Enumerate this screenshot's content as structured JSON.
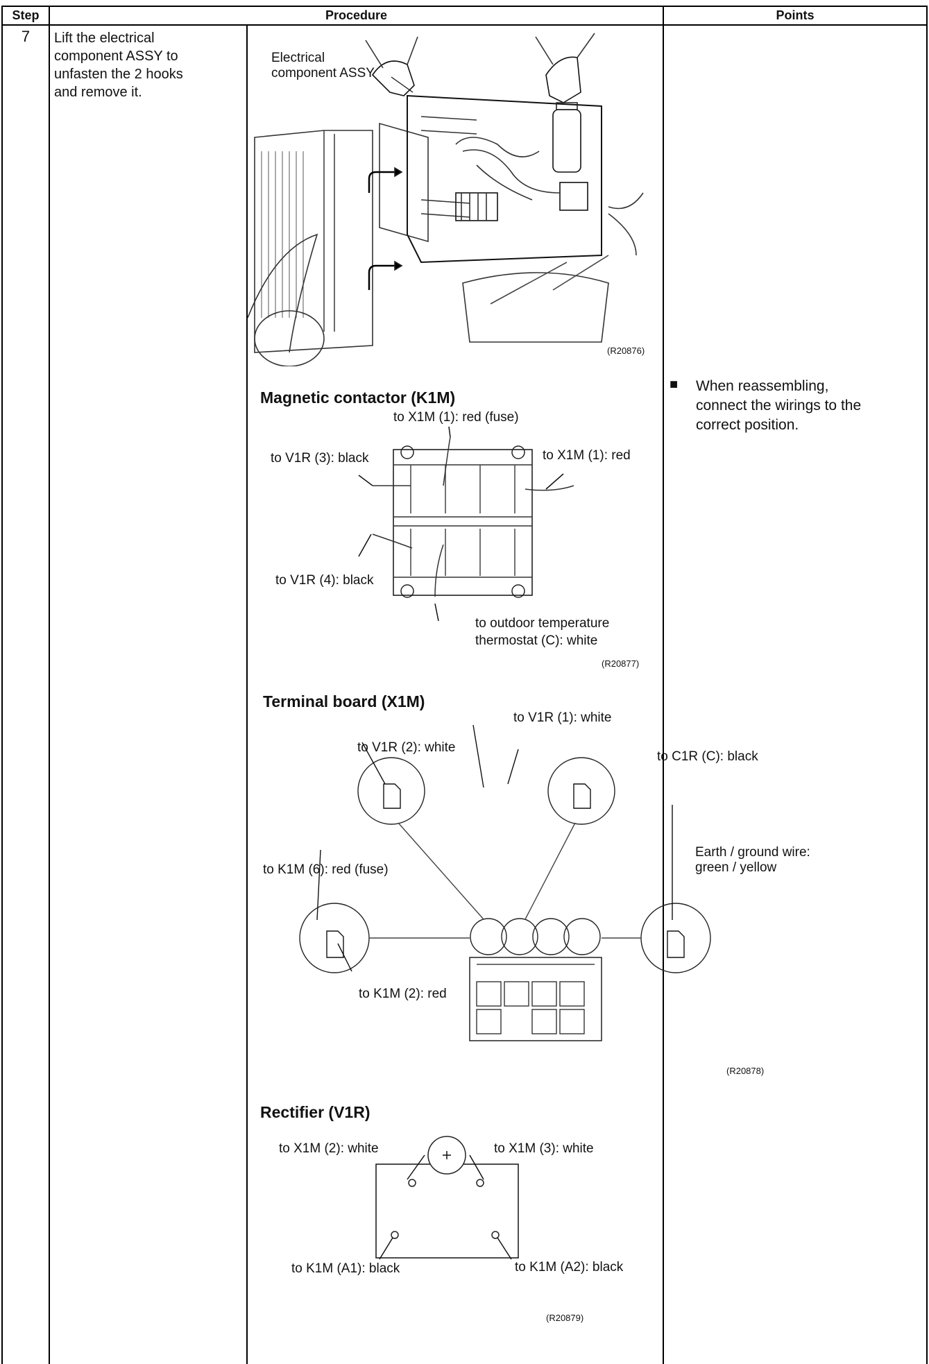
{
  "header": {
    "step": "Step",
    "procedure": "Procedure",
    "points": "Points"
  },
  "step_number": "7",
  "step_text": [
    "Lift the electrical",
    "component ASSY to",
    "unfasten the 2 hooks",
    "and remove it."
  ],
  "fig1": {
    "label": [
      "Electrical",
      "component ASSY"
    ],
    "ref": "(R20876)"
  },
  "fig2": {
    "title": "Magnetic contactor (K1M)",
    "l_top": "to X1M (1): red (fuse)",
    "l_tl": "to V1R (3): black",
    "l_tr": "to X1M (1): red",
    "l_bl": "to V1R (4): black",
    "l_bot1": "to outdoor temperature",
    "l_bot2": "thermostat (C): white",
    "ref": "(R20877)"
  },
  "fig3": {
    "title": "Terminal board (X1M)",
    "l_v1r1": "to V1R (1): white",
    "l_v1r2": "to V1R (2): white",
    "l_c1r": "to C1R (C): black",
    "l_earth1": "Earth / ground wire:",
    "l_earth2": "green / yellow",
    "l_k1m6": "to K1M (6): red (fuse)",
    "l_k1m2": "to K1M (2): red",
    "ref": "(R20878)"
  },
  "fig4": {
    "title": "Rectifier (V1R)",
    "l_x1m2": "to X1M (2): white",
    "l_x1m3": "to X1M (3): white",
    "l_a1": "to K1M (A1): black",
    "l_a2": "to K1M (A2): black",
    "ref": "(R20879)"
  },
  "points": {
    "bullet": "■",
    "text": [
      "When reassembling,",
      "connect the wirings to the",
      "correct position."
    ]
  }
}
